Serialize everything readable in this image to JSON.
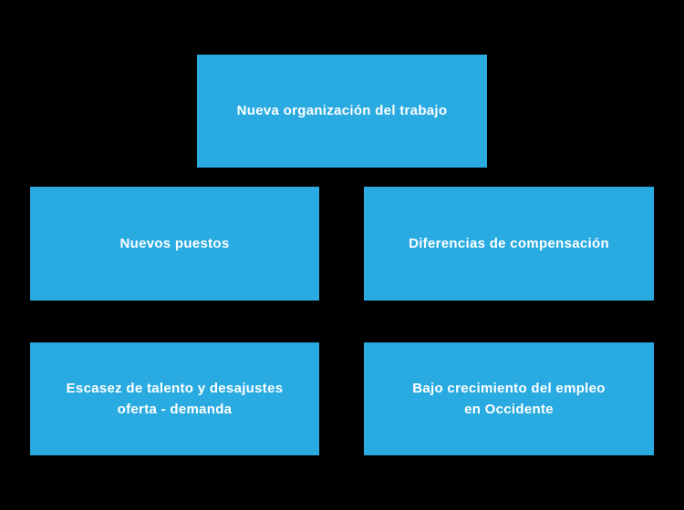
{
  "diagram": {
    "background_color": "#000000",
    "box_color": "#29ABE2",
    "text_color": "#FFFFFF",
    "boxes": [
      {
        "id": "nueva-organizacion",
        "label": "Nueva organización del trabajo"
      },
      {
        "id": "nuevos-puestos",
        "label": "Nuevos puestos"
      },
      {
        "id": "diferencias-compensacion",
        "label": "Diferencias de compensación"
      },
      {
        "id": "escasez-talento",
        "label": "Escasez de talento y desajustes\noferta - demanda"
      },
      {
        "id": "bajo-crecimiento",
        "label": "Bajo crecimiento del empleo\nen Occidente"
      }
    ]
  }
}
